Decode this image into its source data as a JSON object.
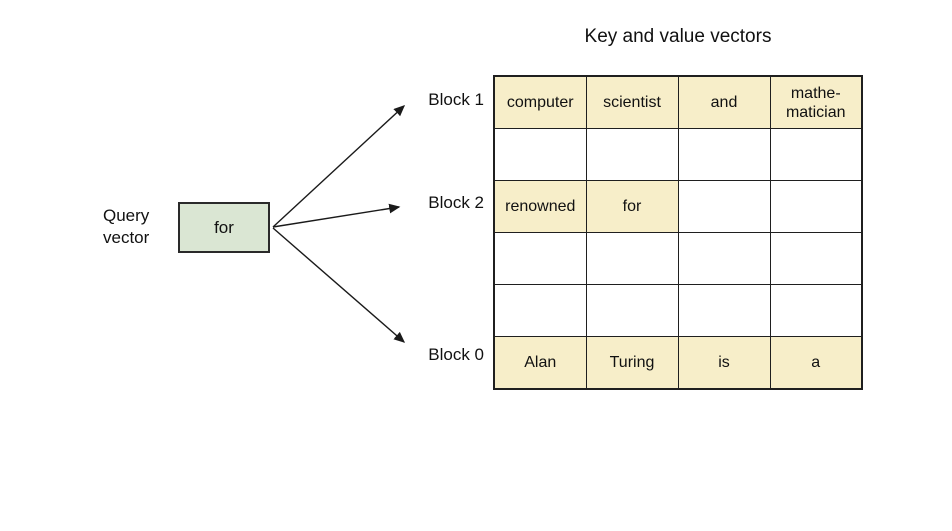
{
  "title": "Key and value vectors",
  "query": {
    "label": "Query\nvector",
    "token": "for"
  },
  "blocks": [
    {
      "name": "Block 1"
    },
    {
      "name": "Block 2"
    },
    {
      "name": "Block 0"
    }
  ],
  "grid": {
    "columns": 4,
    "rows": [
      {
        "block": "Block 1",
        "cells": [
          {
            "text": "computer",
            "highlight": true
          },
          {
            "text": "scientist",
            "highlight": true
          },
          {
            "text": "and",
            "highlight": true
          },
          {
            "text": "mathe-matician",
            "highlight": true
          }
        ]
      },
      {
        "block": "",
        "cells": [
          {
            "text": "",
            "highlight": false
          },
          {
            "text": "",
            "highlight": false
          },
          {
            "text": "",
            "highlight": false
          },
          {
            "text": "",
            "highlight": false
          }
        ]
      },
      {
        "block": "Block 2",
        "cells": [
          {
            "text": "renowned",
            "highlight": true
          },
          {
            "text": "for",
            "highlight": true
          },
          {
            "text": "",
            "highlight": false
          },
          {
            "text": "",
            "highlight": false
          }
        ]
      },
      {
        "block": "",
        "cells": [
          {
            "text": "",
            "highlight": false
          },
          {
            "text": "",
            "highlight": false
          },
          {
            "text": "",
            "highlight": false
          },
          {
            "text": "",
            "highlight": false
          }
        ]
      },
      {
        "block": "",
        "cells": [
          {
            "text": "",
            "highlight": false
          },
          {
            "text": "",
            "highlight": false
          },
          {
            "text": "",
            "highlight": false
          },
          {
            "text": "",
            "highlight": false
          }
        ]
      },
      {
        "block": "Block 0",
        "cells": [
          {
            "text": "Alan",
            "highlight": true
          },
          {
            "text": "Turing",
            "highlight": true
          },
          {
            "text": "is",
            "highlight": true
          },
          {
            "text": "a",
            "highlight": true
          }
        ]
      }
    ]
  },
  "colors": {
    "highlight": "#f7eec9",
    "query_box": "#dae6d3",
    "border": "#1f1f1f",
    "arrow": "#1a1a1a"
  }
}
